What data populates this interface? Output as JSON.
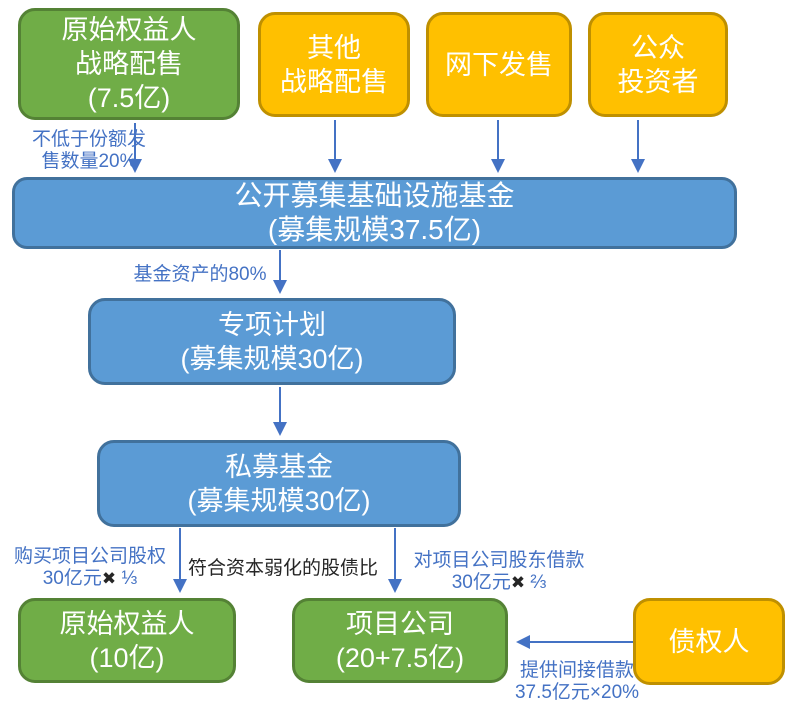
{
  "nodes": {
    "originator_strategic": {
      "lines": [
        "原始权益人",
        "战略配售",
        "(7.5亿)"
      ]
    },
    "other_strategic": {
      "lines": [
        "其他",
        "战略配售"
      ]
    },
    "offline_offering": {
      "lines": [
        "网下发售"
      ]
    },
    "public_investors": {
      "lines": [
        "公众",
        "投资者"
      ]
    },
    "public_fund": {
      "lines": [
        "公开募集基础设施基金",
        "(募集规模37.5亿)"
      ]
    },
    "abs_plan": {
      "lines": [
        "专项计划",
        "(募集规模30亿)"
      ]
    },
    "private_fund": {
      "lines": [
        "私募基金",
        "(募集规模30亿)"
      ]
    },
    "originator": {
      "lines": [
        "原始权益人",
        "(10亿)"
      ]
    },
    "project_company": {
      "lines": [
        "项目公司",
        "(20+7.5亿)"
      ]
    },
    "creditor": {
      "lines": [
        "债权人"
      ]
    }
  },
  "labels": {
    "min_offering_line1": "不低于份额发",
    "min_offering_line2": "售数量20%",
    "fund_assets": "基金资产的80%",
    "buy_equity_line1": "购买项目公司股权",
    "buy_equity_amount": "30亿元",
    "buy_equity_cross": "✖",
    "buy_equity_fraction": "⅓",
    "capital_weakening": "符合资本弱化的股债比",
    "shareholder_loan_line1": "对项目公司股东借款",
    "shareholder_loan_amount": "30亿元",
    "shareholder_loan_cross": "✖",
    "shareholder_loan_fraction": "⅔",
    "indirect_loan_line1": "提供间接借款",
    "indirect_loan_line2": "37.5亿元×20%"
  },
  "edges": [
    {
      "from": "originator_strategic",
      "to": "public_fund",
      "label": "不低于份额发售数量20%"
    },
    {
      "from": "other_strategic",
      "to": "public_fund",
      "label": ""
    },
    {
      "from": "offline_offering",
      "to": "public_fund",
      "label": ""
    },
    {
      "from": "public_investors",
      "to": "public_fund",
      "label": ""
    },
    {
      "from": "public_fund",
      "to": "abs_plan",
      "label": "基金资产的80%"
    },
    {
      "from": "abs_plan",
      "to": "private_fund",
      "label": ""
    },
    {
      "from": "private_fund",
      "to": "originator",
      "label": "购买项目公司股权 30亿元✖⅓"
    },
    {
      "from": "private_fund",
      "to": "project_company",
      "label": "对项目公司股东借款 30亿元✖⅔"
    },
    {
      "from": "private_fund",
      "to": "project_company",
      "label": "符合资本弱化的股债比"
    },
    {
      "from": "creditor",
      "to": "project_company",
      "label": "提供间接借款 37.5亿元×20%"
    }
  ],
  "colors": {
    "green_fill": "#70AD47",
    "green_border": "#548235",
    "orange_fill": "#FFC000",
    "orange_border": "#BF9000",
    "blue_fill": "#5B9BD5",
    "blue_border": "#41719C",
    "arrow": "#4472C4",
    "label_blue": "#4472C4",
    "label_black": "#262626"
  }
}
